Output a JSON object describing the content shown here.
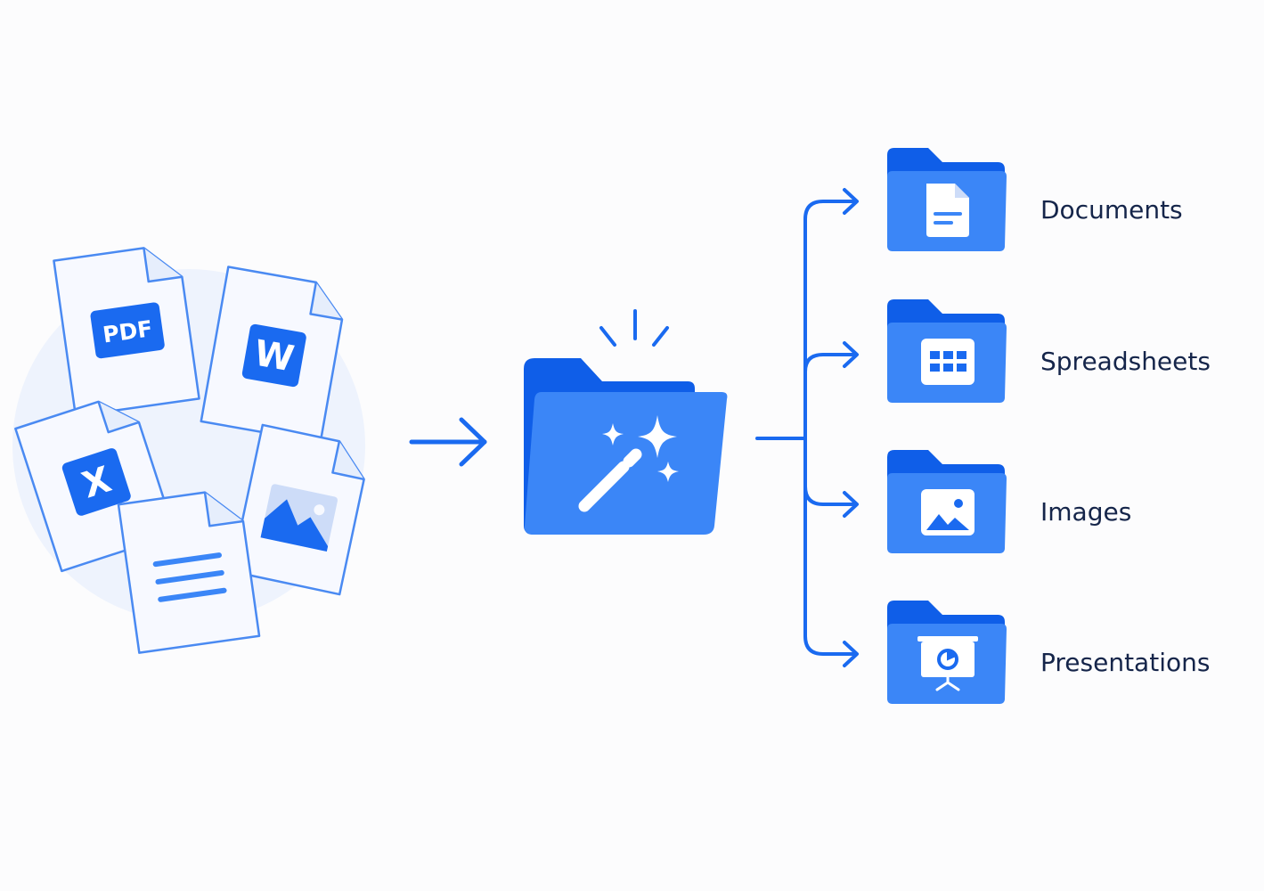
{
  "colors": {
    "accent": "#1a6af0",
    "accent_dark": "#0f5ee8",
    "accent_light": "#3b86f7",
    "circle_bg": "#eef3fd",
    "doc_fill": "#f7f9ff",
    "doc_stroke": "#4a8af2",
    "text": "#15254a"
  },
  "input_files": [
    {
      "kind": "pdf",
      "badge": "PDF",
      "icon": "pdf-icon"
    },
    {
      "kind": "word",
      "badge": "W",
      "icon": "word-icon"
    },
    {
      "kind": "excel",
      "badge": "X",
      "icon": "excel-icon"
    },
    {
      "kind": "image",
      "badge": "",
      "icon": "image-icon"
    },
    {
      "kind": "text",
      "badge": "",
      "icon": "text-lines-icon"
    }
  ],
  "center": {
    "icon": "magic-wand-folder-icon"
  },
  "categories": [
    {
      "label": "Documents",
      "icon": "document-icon"
    },
    {
      "label": "Spreadsheets",
      "icon": "grid-icon"
    },
    {
      "label": "Images",
      "icon": "image-icon"
    },
    {
      "label": "Presentations",
      "icon": "presentation-board-icon"
    }
  ]
}
